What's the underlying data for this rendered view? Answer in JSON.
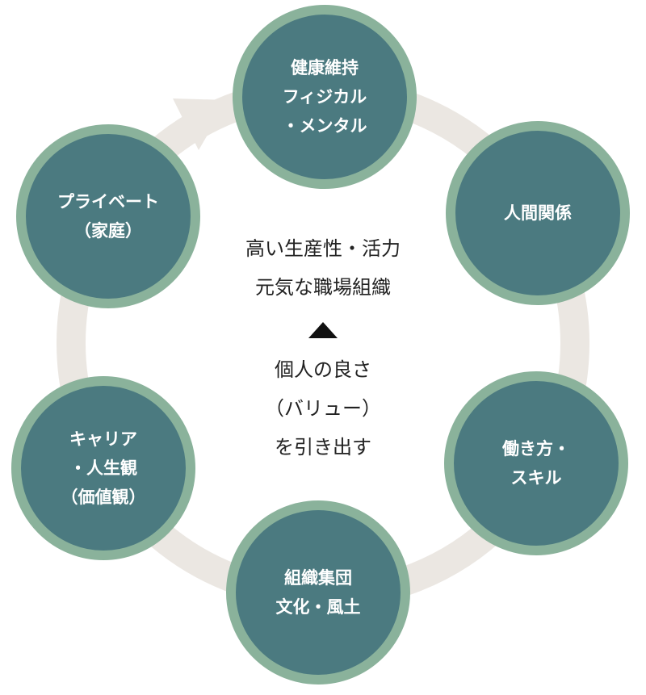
{
  "nodes": [
    {
      "id": "health",
      "lines": [
        "健康維持",
        "フィジカル",
        "・メンタル"
      ]
    },
    {
      "id": "relations",
      "lines": [
        "人間関係"
      ]
    },
    {
      "id": "work-skill",
      "lines": [
        "働き方・",
        "スキル"
      ]
    },
    {
      "id": "org-culture",
      "lines": [
        "組織集団",
        "文化・風土"
      ]
    },
    {
      "id": "career",
      "lines": [
        "キャリア",
        "・人生観",
        "（価値観）"
      ]
    },
    {
      "id": "private",
      "lines": [
        "プライベート",
        "（家庭）"
      ]
    }
  ],
  "center": {
    "outcome_lines": [
      "高い生産性・活力",
      "元気な職場組織"
    ],
    "arrow_icon": "up-triangle-icon",
    "driver_lines": [
      "個人の良さ",
      "（バリュー）",
      "を引き出す"
    ]
  },
  "colors": {
    "node_fill": "#4b7a80",
    "node_ring": "#8ab29b",
    "cycle_ring": "#ebe7e2",
    "text_dark": "#222222"
  }
}
